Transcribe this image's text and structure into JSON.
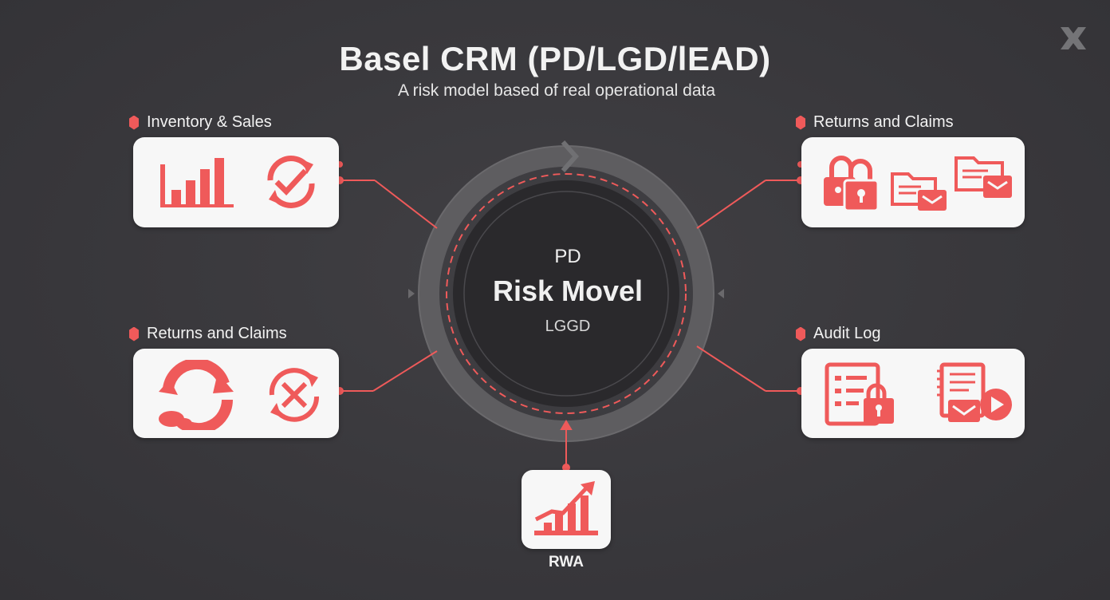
{
  "header": {
    "title": "Basel CRM (PD/LGD/lEAD)",
    "subtitle": "A risk model based of real operational data"
  },
  "center": {
    "top_label": "PD",
    "main_label": "Risk Movel",
    "bottom_label": "LGGD"
  },
  "cards": {
    "top_left": {
      "label": "Inventory & Sales",
      "icons": [
        "bar-chart-icon",
        "check-cycle-icon"
      ]
    },
    "bottom_left": {
      "label": "Returns and Claims",
      "icons": [
        "refresh-cycle-icon",
        "reject-cycle-icon"
      ]
    },
    "top_right": {
      "label": "Returns and Claims",
      "icons": [
        "padlock-icon",
        "folder-mail-icon",
        "folder-mail-icon"
      ]
    },
    "bottom_right": {
      "label": "Audit Log",
      "icons": [
        "locked-list-icon",
        "document-play-icon"
      ]
    },
    "bottom": {
      "label": "RWA",
      "icons": [
        "trend-up-chart-icon"
      ]
    }
  },
  "colors": {
    "accent": "#ef5a5a",
    "background": "#39383c",
    "card": "#f7f7f7",
    "ring": "#5e5d60",
    "core": "#2a292c"
  }
}
